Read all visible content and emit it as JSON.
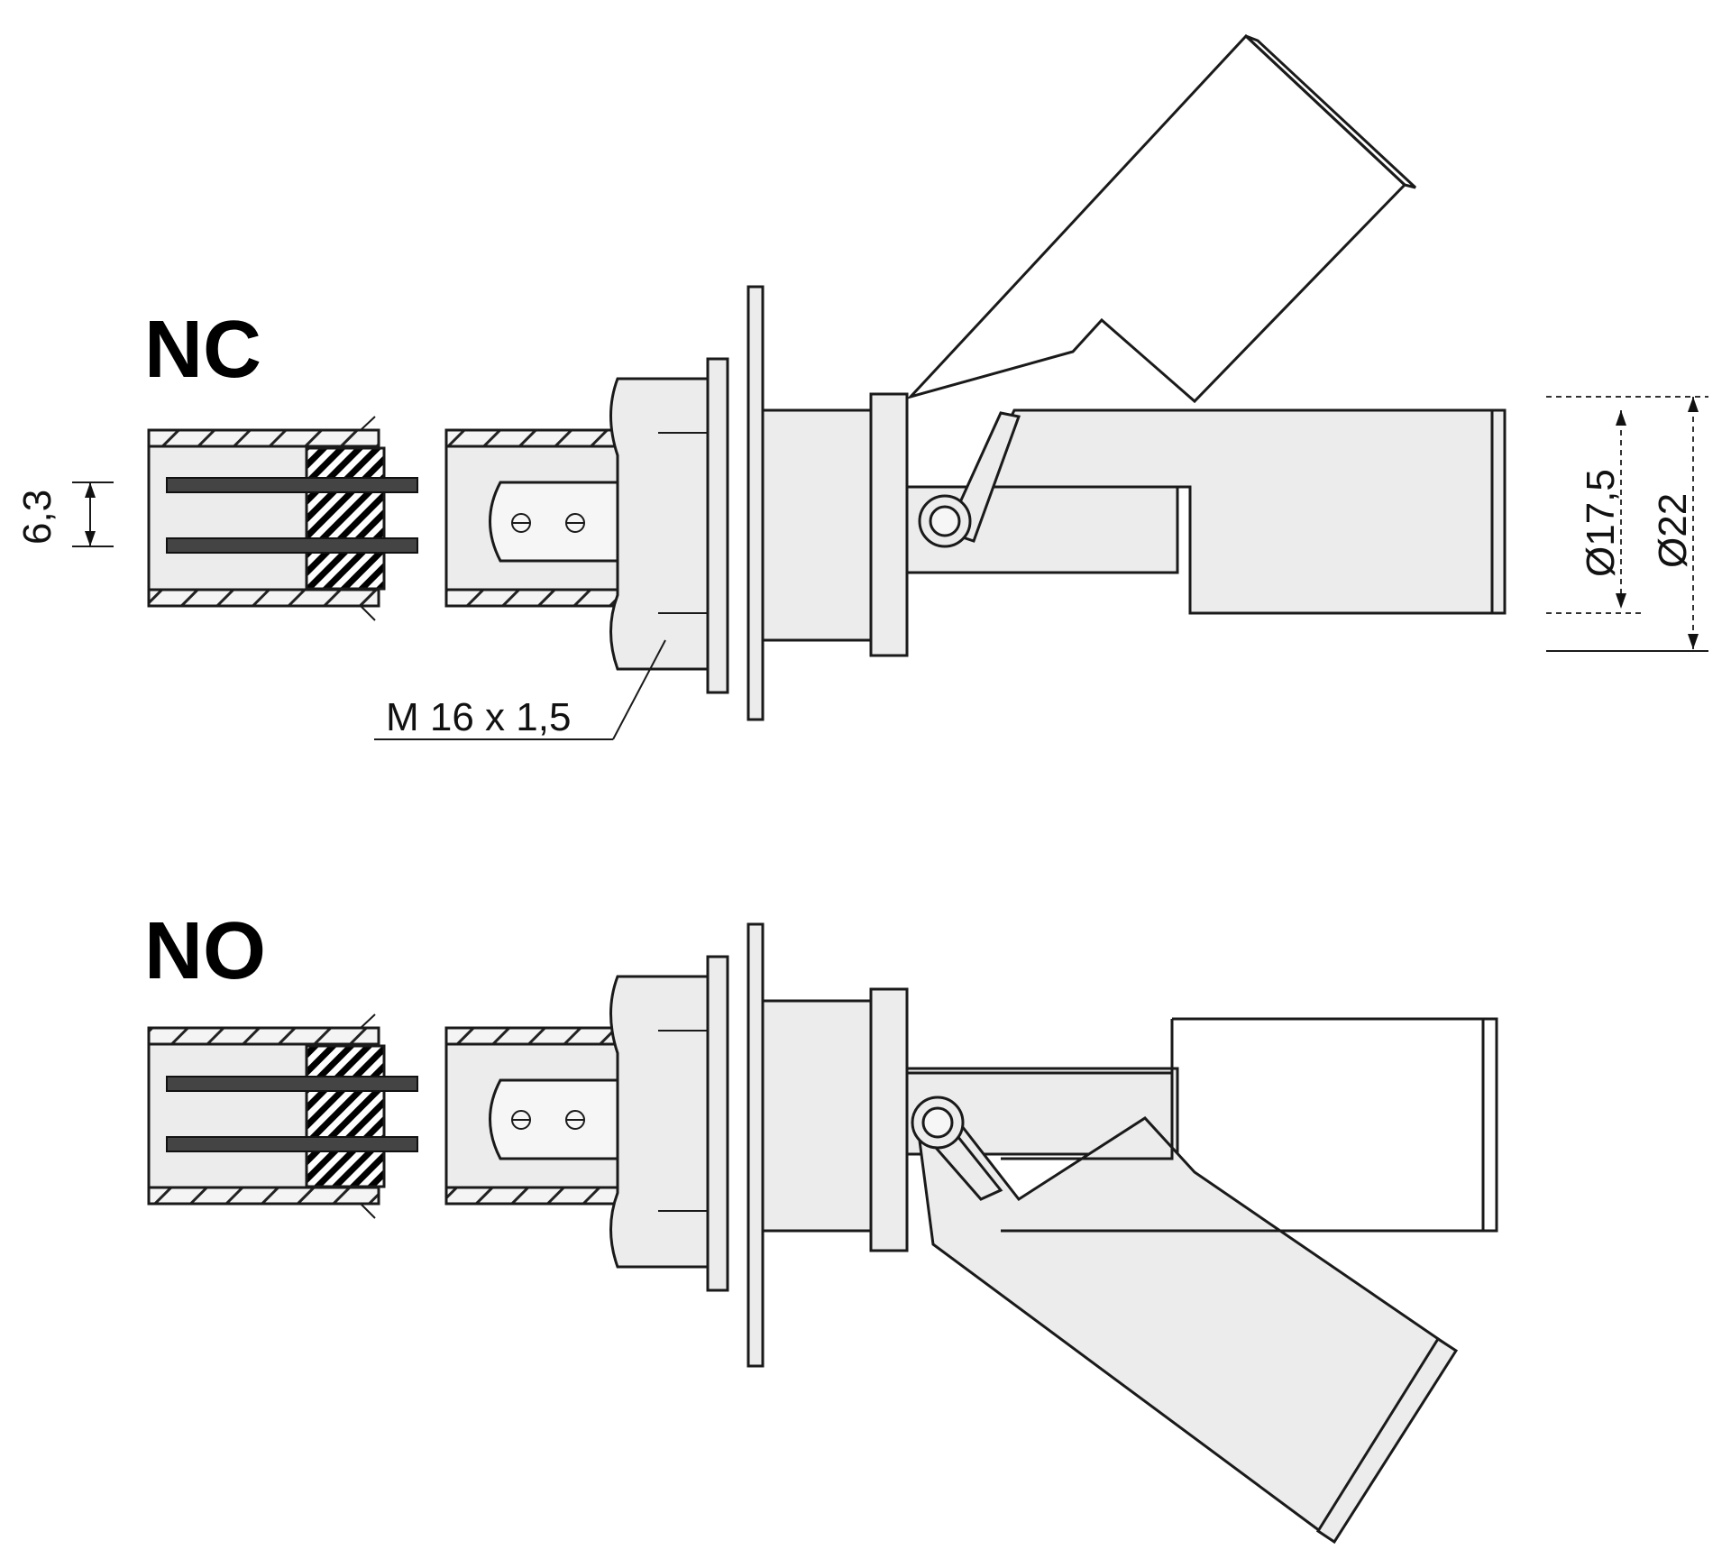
{
  "variants": [
    {
      "id": "nc",
      "label": "NC"
    },
    {
      "id": "no",
      "label": "NO"
    }
  ],
  "dimensions": {
    "pin_spacing": "6,3",
    "thread": "M 16 x 1,5",
    "float_inner_diameter": "Ø17,5",
    "float_outer_diameter": "Ø22"
  },
  "colors": {
    "line": "#1a1a1a",
    "fill": "#ececec",
    "pin": "#444444"
  }
}
